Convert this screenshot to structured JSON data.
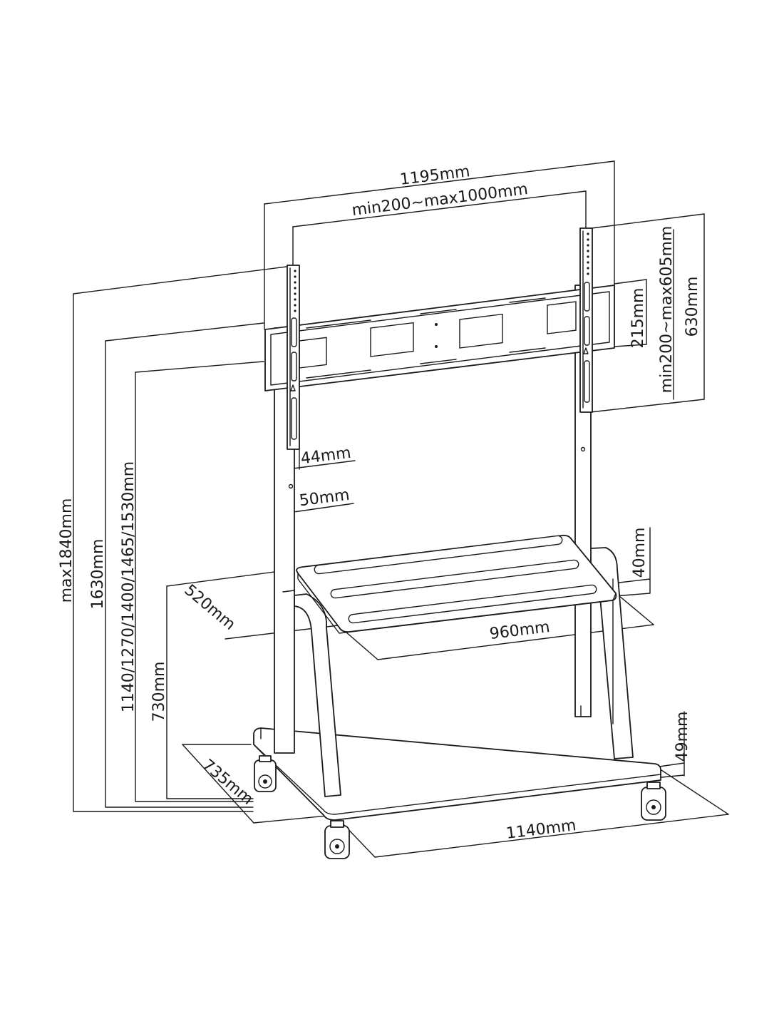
{
  "dimensions": {
    "overall_width": "1195mm",
    "vesa_width": "min200~max1000mm",
    "vesa_height": "min200~max605mm",
    "bracket_height": "630mm",
    "crossbar_height": "215mm",
    "arm_width": "44mm",
    "pole_width": "50mm",
    "max_height": "max1840mm",
    "height_1630": "1630mm",
    "height_positions": "1140/1270/1400/1465/1530mm",
    "shelf_height": "730mm",
    "shelf_depth": "520mm",
    "shelf_width": "960mm",
    "shelf_thickness": "40mm",
    "base_depth": "735mm",
    "base_width": "1140mm",
    "base_thickness": "49mm"
  },
  "colors": {
    "line": "#1a1a1a",
    "background": "#ffffff"
  }
}
